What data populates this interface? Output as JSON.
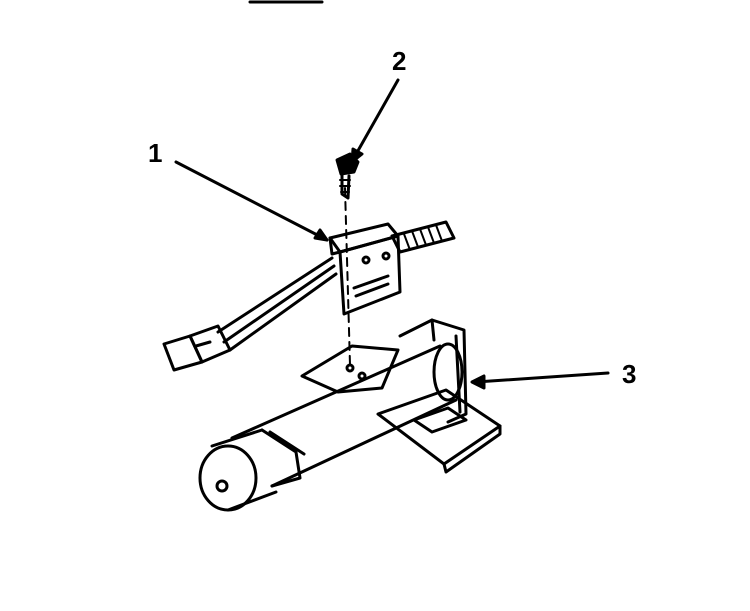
{
  "callouts": {
    "one": "1",
    "two": "2",
    "three": "3"
  },
  "parts": {
    "one": "igniter-assembly",
    "two": "screw",
    "three": "burner-tube-assembly"
  },
  "colors": {
    "ink": "#000000",
    "paper": "#ffffff"
  }
}
